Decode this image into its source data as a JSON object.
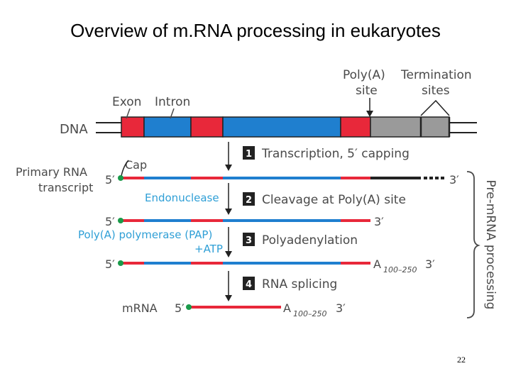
{
  "slide": {
    "title": "Overview of m.RNA processing in eukaryotes",
    "page_number": "22"
  },
  "diagram": {
    "dna_label": "DNA",
    "exon_label": "Exon",
    "intron_label": "Intron",
    "polya_site_label_1": "Poly(A)",
    "polya_site_label_2": "site",
    "termination_label_1": "Termination",
    "termination_label_2": "sites",
    "primary_rna_label_1": "Primary RNA",
    "primary_rna_label_2": "transcript",
    "cap_label": "Cap",
    "five_prime": "5′",
    "three_prime": "3′",
    "endonuclease_label": "Endonuclease",
    "pap_label_1": "Poly(A) polymerase (PAP)",
    "pap_label_2": "+ATP",
    "a_letter": "A",
    "a_subscript": "100–250",
    "mrna_label": "mRNA",
    "side_label": "Pre-mRNA processing",
    "steps": [
      {
        "number": "1",
        "label": "Transcription, 5′ capping"
      },
      {
        "number": "2",
        "label": "Cleavage at Poly(A) site"
      },
      {
        "number": "3",
        "label": "Polyadenylation"
      },
      {
        "number": "4",
        "label": "RNA splicing"
      }
    ]
  },
  "colors": {
    "exon": "#e8283a",
    "intron": "#1f7fcf",
    "downstream": "#9a9a9a",
    "cap_dot": "#1a9a4a",
    "label_gray": "#4a4a4a",
    "label_blue": "#2f9fd6"
  }
}
